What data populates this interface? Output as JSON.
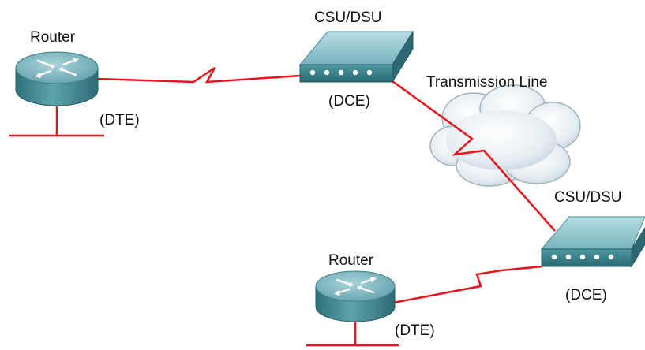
{
  "labels": {
    "router_top": "Router",
    "dte_top": "(DTE)",
    "csu_top": "CSU/DSU",
    "dce_top": "(DCE)",
    "transmission_line": "Transmission Line",
    "csu_bottom": "CSU/DSU",
    "dce_bottom": "(DCE)",
    "router_bottom": "Router",
    "dte_bottom": "(DTE)"
  },
  "colors": {
    "link": "#e8141c",
    "router_body": "#4a8d99",
    "router_top": "#7fb8c2",
    "device_body": "#3f8a96",
    "device_top": "#8cc3cb",
    "cloud": "#dde8ee",
    "port_dots": "#ffffff"
  },
  "icons": {
    "router": "router-icon",
    "csu_dsu": "csu-dsu-icon",
    "cloud": "cloud-icon",
    "serial_link": "lightning-bolt-link"
  }
}
